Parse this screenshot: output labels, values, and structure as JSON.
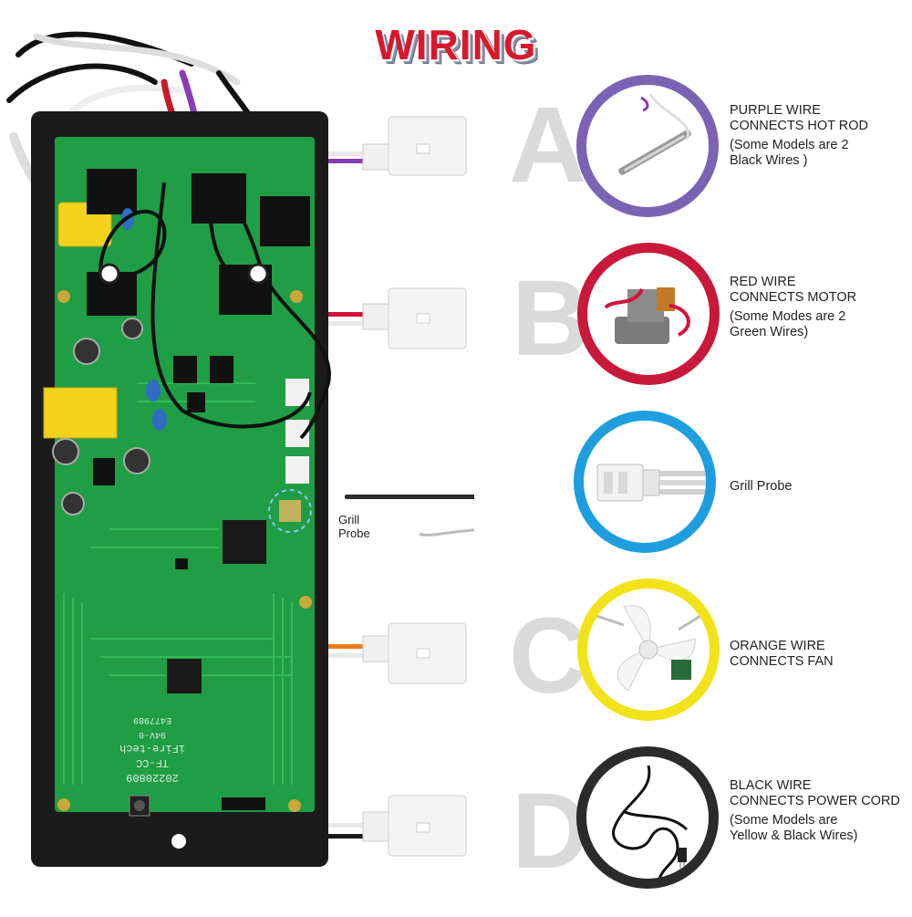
{
  "title": "WIRING",
  "board_markings": {
    "date_code": "20220809",
    "model": "TF-CC",
    "maker": "iFire-tech",
    "rating": "94V-0",
    "cert": "E477989"
  },
  "sections": [
    {
      "letter": "A",
      "title_line1": "PURPLE WIRE",
      "title_line2": "CONNECTS HOT ROD",
      "note": "(Some Models are 2 Black Wires )",
      "ring_color": "#7b63b4",
      "wire_color": "#8a3bb8",
      "icon": "hot-rod-icon"
    },
    {
      "letter": "B",
      "title_line1": "RED WIRE",
      "title_line2": "CONNECTS MOTOR",
      "note": "(Some Modes are 2 Green Wires)",
      "ring_color": "#c8193a",
      "wire_color": "#d2123a",
      "icon": "motor-icon"
    },
    {
      "letter": "",
      "title_line1": "Grill Probe",
      "title_line2": "",
      "note": "",
      "ring_color": "#1e9ede",
      "wire_color": "",
      "icon": "probe-connector-icon"
    },
    {
      "letter": "C",
      "title_line1": "ORANGE WIRE",
      "title_line2": "CONNECTS FAN",
      "note": "",
      "ring_color": "#f2e21a",
      "wire_color": "#f07a1a",
      "icon": "fan-icon"
    },
    {
      "letter": "D",
      "title_line1": "BLACK WIRE",
      "title_line2": "CONNECTS POWER CORD",
      "note": "(Some Models are Yellow & Black Wires)",
      "ring_color": "#2b2b2b",
      "wire_color": "#1a1a1a",
      "icon": "power-cord-icon"
    }
  ],
  "probe_label": {
    "line1": "Grill",
    "line2": "Probe"
  },
  "colors": {
    "board_green": "#1f9e45",
    "board_frame": "#1b1b1b",
    "title_red": "#d8192c"
  }
}
